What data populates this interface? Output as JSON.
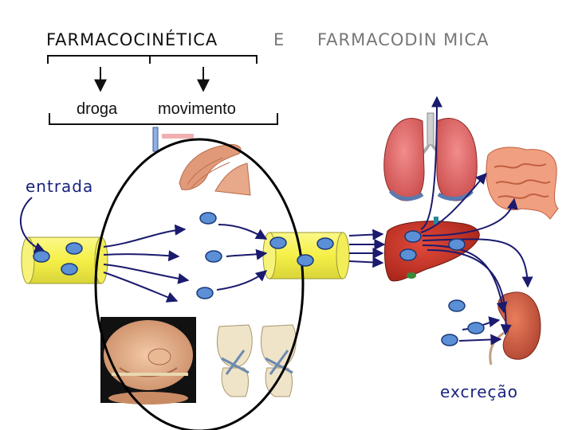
{
  "title": {
    "left": "FARMACOCINÉTICA",
    "connector": "E",
    "right": "FARMACODIN  MICA"
  },
  "labels": {
    "drug": "droga",
    "movement": "movimento",
    "entry": "entrada",
    "excretion": "excreção"
  },
  "colors": {
    "arrow": "#1a1a6e",
    "vessel": "#f5f046",
    "vessel_stroke": "#999933",
    "molecule": "#5b8fd6",
    "molecule_stroke": "#1a3a7a",
    "label_blue": "#1a237e"
  },
  "illustrations": [
    "muscle-illustration",
    "lungs-illustration",
    "intestine-illustration",
    "liver-illustration",
    "kidney-illustration",
    "adipose-person-illustration",
    "knee-joints-illustration"
  ]
}
